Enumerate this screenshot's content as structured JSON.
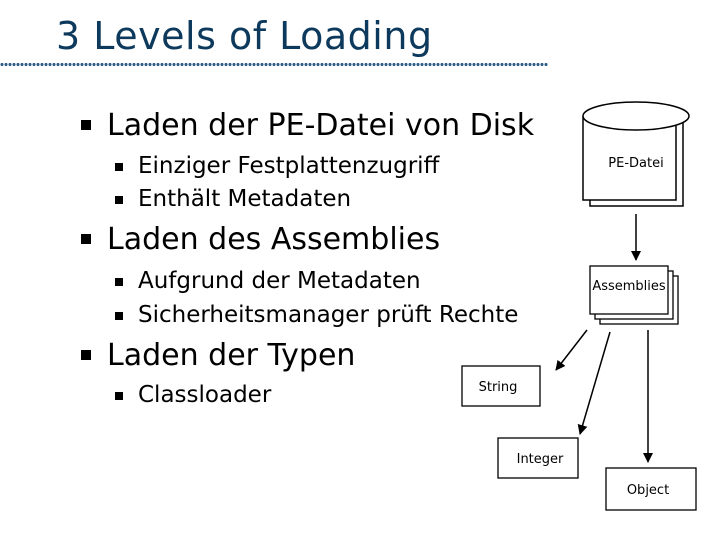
{
  "slide": {
    "title": "3 Levels of Loading",
    "bullets": [
      {
        "text": "Laden der PE-Datei von Disk",
        "sub": [
          "Einziger Festplattenzugriff",
          "Enthält Metadaten"
        ]
      },
      {
        "text": "Laden des Assemblies",
        "sub": [
          "Aufgrund der Metadaten",
          "Sicherheitsmanager prüft Rechte"
        ]
      },
      {
        "text": "Laden der Typen",
        "sub": [
          "Classloader"
        ]
      }
    ]
  },
  "diagram": {
    "pe_file_label": "PE-Datei",
    "assemblies_label": "Assemblies",
    "types": [
      "String",
      "Integer",
      "Object"
    ]
  }
}
